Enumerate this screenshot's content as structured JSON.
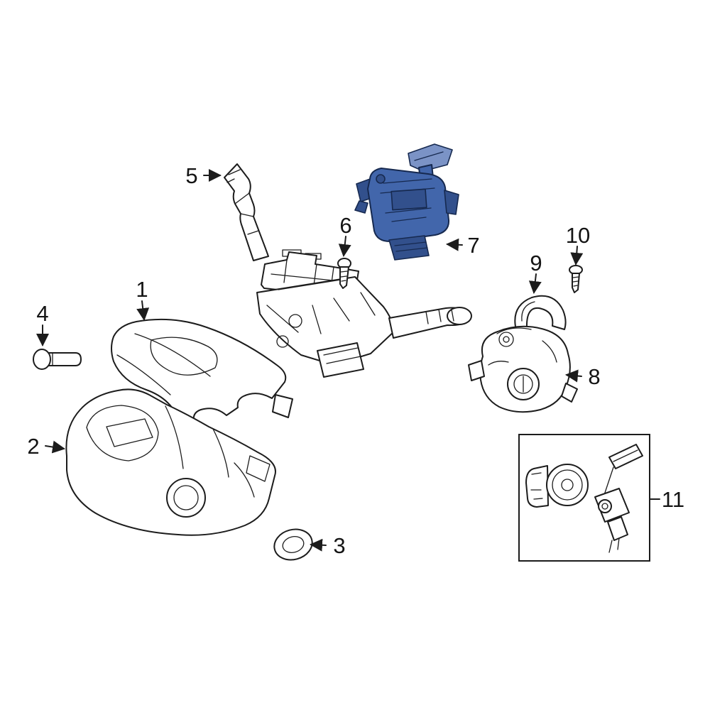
{
  "diagram": {
    "highlighted_callout": "7",
    "colors": {
      "highlight": "#4266ab",
      "line": "#1c1c1c",
      "background": "#ffffff"
    },
    "callouts": [
      {
        "label": "1"
      },
      {
        "label": "2"
      },
      {
        "label": "3"
      },
      {
        "label": "4"
      },
      {
        "label": "5"
      },
      {
        "label": "6"
      },
      {
        "label": "7"
      },
      {
        "label": "8"
      },
      {
        "label": "9"
      },
      {
        "label": "10"
      },
      {
        "label": "11"
      }
    ]
  }
}
